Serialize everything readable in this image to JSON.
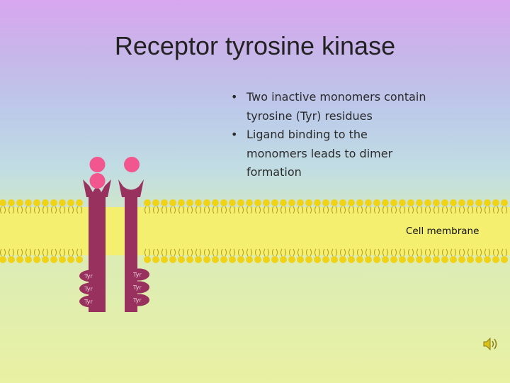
{
  "title": "Receptor tyrosine kinase",
  "bullets": [
    {
      "text": "Two inactive monomers contain tyrosine (Tyr) residues"
    },
    {
      "text": "Ligand binding to the monomers leads to dimer formation"
    }
  ],
  "membrane_label": "Cell membrane",
  "residue_label": "Tyr",
  "colors": {
    "receptor": "#99315f",
    "ligand": "#f2568e",
    "membrane_band": "#f4ef6f",
    "lipid_head": "#f0d218",
    "lipid_tail": "#b49a20"
  },
  "icons": {
    "audio": "speaker-icon"
  }
}
